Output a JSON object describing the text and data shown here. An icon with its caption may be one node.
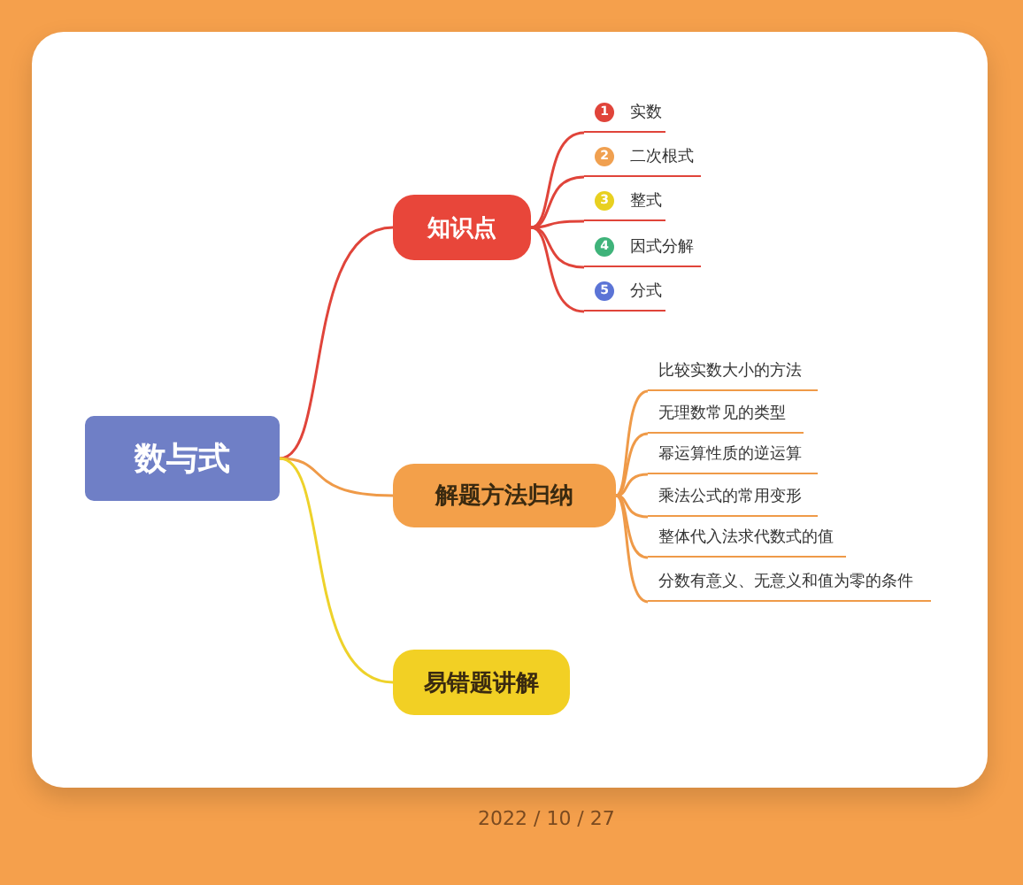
{
  "diagram": {
    "nodes": [
      {
        "text": [
          "数与式"
        ]
      },
      {
        "text": [
          "知识点"
        ]
      },
      {
        "text": [
          "1",
          "实数"
        ]
      },
      {
        "text": [
          "2",
          "二次根式"
        ]
      },
      {
        "text": [
          "3",
          "整式"
        ]
      },
      {
        "text": [
          "4",
          "因式分解"
        ]
      },
      {
        "text": [
          "5",
          "分式"
        ]
      },
      {
        "text": [
          "解题方法归纳"
        ]
      },
      {
        "text": [
          "比较实数大小的方法"
        ]
      },
      {
        "text": [
          "无理数常见的类型"
        ]
      },
      {
        "text": [
          "幂运算性质的逆运算"
        ]
      },
      {
        "text": [
          "乘法公式的常用变形"
        ]
      },
      {
        "text": [
          "整体代入法求代数式的值"
        ]
      },
      {
        "text": [
          "分数有意义、无意义和值为零的条件"
        ]
      },
      {
        "text": [
          "易错题讲解"
        ]
      }
    ],
    "edges": [
      {
        "from": 0,
        "to": 1,
        "arrow": "none",
        "color": "#e0443a"
      },
      {
        "from": 0,
        "to": 7,
        "arrow": "none",
        "color": "#ef9a48"
      },
      {
        "from": 0,
        "to": 14,
        "arrow": "none",
        "color": "#eed22a"
      },
      {
        "from": 1,
        "to": 2,
        "arrow": "none",
        "color": "#e0443a"
      },
      {
        "from": 1,
        "to": 3,
        "arrow": "none",
        "color": "#e0443a"
      },
      {
        "from": 1,
        "to": 4,
        "arrow": "none",
        "color": "#e0443a"
      },
      {
        "from": 1,
        "to": 5,
        "arrow": "none",
        "color": "#e0443a"
      },
      {
        "from": 1,
        "to": 6,
        "arrow": "none",
        "color": "#e0443a"
      },
      {
        "from": 7,
        "to": 8,
        "arrow": "none",
        "color": "#ef9a48"
      },
      {
        "from": 7,
        "to": 9,
        "arrow": "none",
        "color": "#ef9a48"
      },
      {
        "from": 7,
        "to": 10,
        "arrow": "none",
        "color": "#ef9a48"
      },
      {
        "from": 7,
        "to": 11,
        "arrow": "none",
        "color": "#ef9a48"
      },
      {
        "from": 7,
        "to": 12,
        "arrow": "none",
        "color": "#ef9a48"
      },
      {
        "from": 7,
        "to": 13,
        "arrow": "none",
        "color": "#ef9a48"
      }
    ],
    "labels": [
      "2022 / 10 / 27"
    ]
  }
}
